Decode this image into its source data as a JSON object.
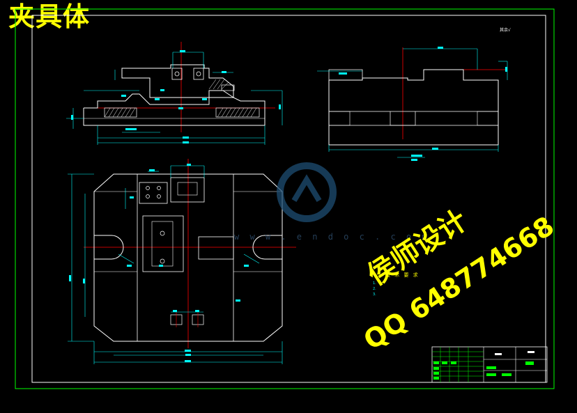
{
  "title": "夹具体",
  "watermark": {
    "brand": "侯师设计",
    "qq": "QQ 648774668",
    "site_url": "w w w . e n d o c . c o m",
    "logo_icon": "renrendoc-logo-icon"
  },
  "roughness_note": "其余",
  "tech_requirements": {
    "title": "技 术 要 求",
    "items": [
      "1.",
      "2.",
      "3."
    ]
  },
  "colors": {
    "background": "#000000",
    "outline": "#ffffff",
    "dimension": "#00ffff",
    "centerline": "#ff0000",
    "hatch": "#ffffff",
    "title": "#ffff00",
    "frame_inner": "#ffffff",
    "frame_outer": "#00ff00",
    "titleblock": "#00ff00"
  }
}
